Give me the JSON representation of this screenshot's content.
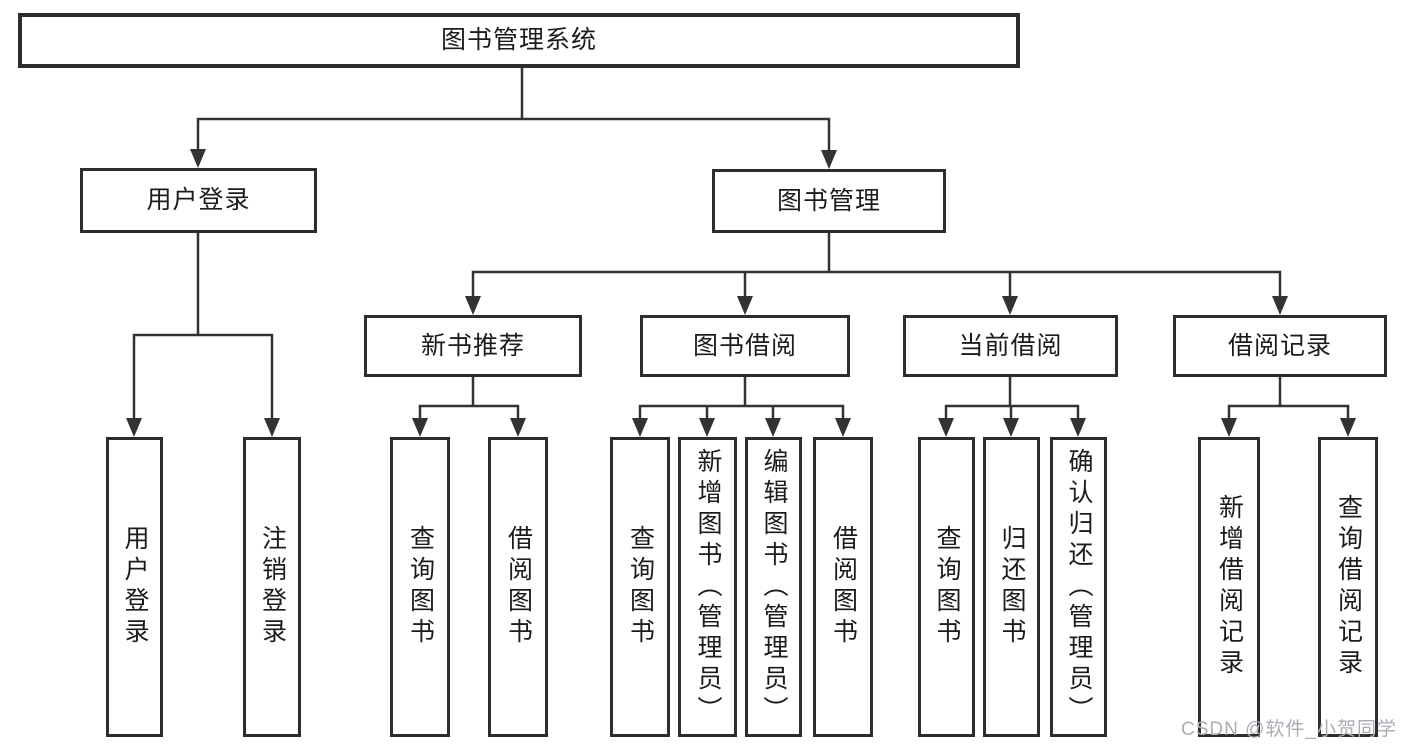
{
  "diagram": {
    "root": {
      "label": "图书管理系统"
    },
    "level2": [
      {
        "label": "用户登录"
      },
      {
        "label": "图书管理"
      }
    ],
    "level3": [
      {
        "label": "新书推荐"
      },
      {
        "label": "图书借阅"
      },
      {
        "label": "当前借阅"
      },
      {
        "label": "借阅记录"
      }
    ],
    "leaf_groups": [
      {
        "parent": "用户登录",
        "children": [
          {
            "label": "用户登录"
          },
          {
            "label": "注销登录"
          }
        ]
      },
      {
        "parent": "新书推荐",
        "children": [
          {
            "label": "查询图书"
          },
          {
            "label": "借阅图书"
          }
        ]
      },
      {
        "parent": "图书借阅",
        "children": [
          {
            "label": "查询图书"
          },
          {
            "label": "新增图书（管理员）"
          },
          {
            "label": "编辑图书（管理员）"
          },
          {
            "label": "借阅图书"
          }
        ]
      },
      {
        "parent": "当前借阅",
        "children": [
          {
            "label": "查询图书"
          },
          {
            "label": "归还图书"
          },
          {
            "label": "确认归还（管理员）"
          }
        ]
      },
      {
        "parent": "借阅记录",
        "children": [
          {
            "label": "新增借阅记录"
          },
          {
            "label": "查询借阅记录"
          }
        ]
      }
    ]
  },
  "watermark": {
    "text": "CSDN @软件_小贺同学"
  },
  "colors": {
    "line": "#333333",
    "box_border": "#2d2d2d",
    "text": "#1c1c1c",
    "background": "#ffffff",
    "watermark": "#aaadb4"
  }
}
